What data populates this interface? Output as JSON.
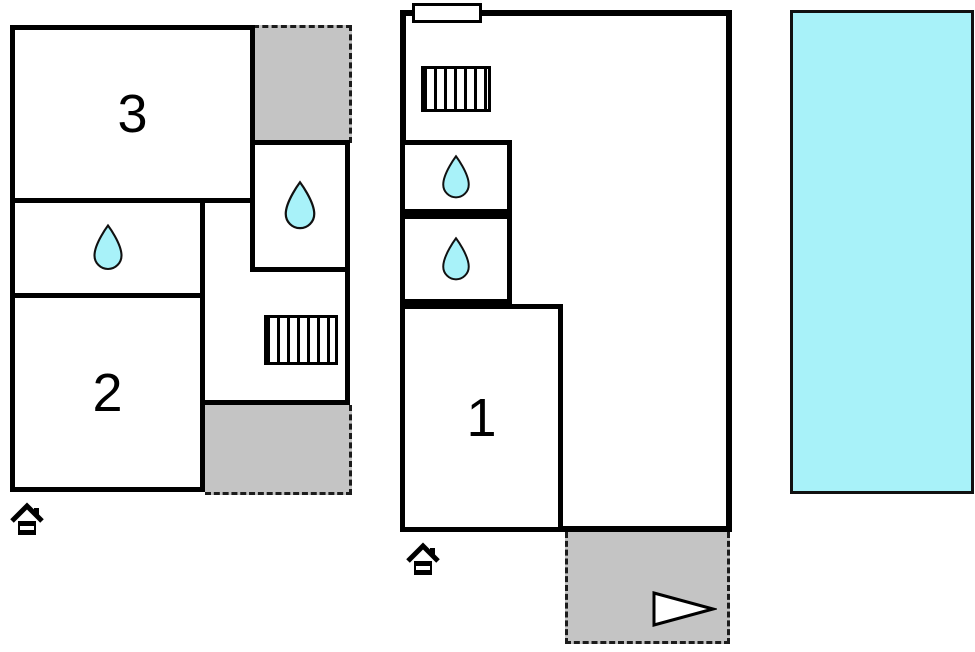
{
  "colors": {
    "wall": "#000000",
    "terrace_fill": "#c4c4c4",
    "water_fill": "#a8f2f9",
    "pool_fill": "#a8f2f9",
    "background": "#ffffff"
  },
  "left_plan": {
    "rooms": [
      {
        "id": "room-3",
        "label": "3"
      },
      {
        "id": "room-2",
        "label": "2"
      }
    ]
  },
  "right_plan": {
    "rooms": [
      {
        "id": "room-1",
        "label": "1"
      }
    ]
  },
  "icons": {
    "water_drop": "teardrop-shape",
    "stairs": "striped-rectangle",
    "house": "house-pictogram",
    "entrance_arrow": "right-pointing-triangle"
  }
}
